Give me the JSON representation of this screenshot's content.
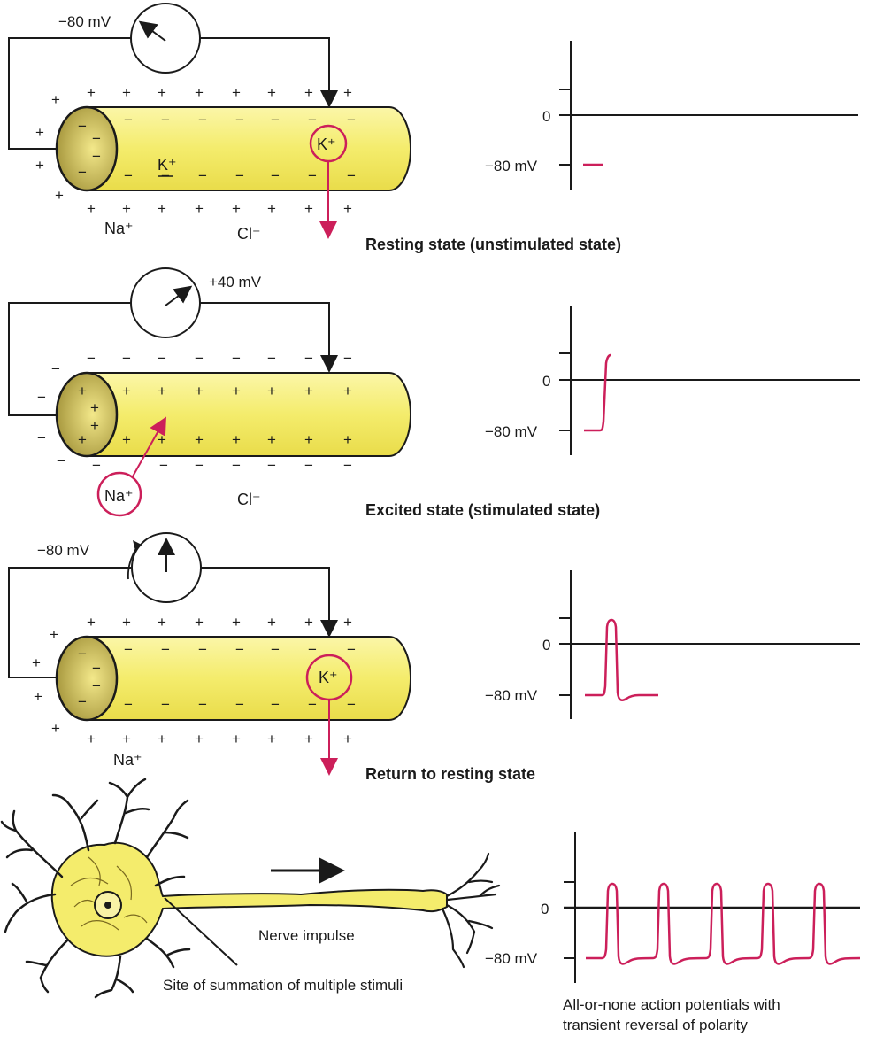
{
  "colors": {
    "axon_fill": "#f4ec6c",
    "axon_stroke": "#1a1a1a",
    "trace": "#cc1f5a",
    "line": "#1a1a1a"
  },
  "panels": [
    {
      "caption": "Resting state (unstimulated state)",
      "meter_label": "−80 mV",
      "ions_outside": [
        "Na⁺",
        "Cl⁻"
      ],
      "ion_inside": "K⁺",
      "ion_circled": "K⁺",
      "axis_zero": "0",
      "axis_neg": "−80 mV"
    },
    {
      "caption": "Excited state (stimulated state)",
      "meter_label": "+40 mV",
      "ions_outside": [
        "Na⁺",
        "Cl⁻"
      ],
      "ion_circled": "Na⁺",
      "axis_zero": "0",
      "axis_neg": "−80 mV"
    },
    {
      "caption": "Return to resting state",
      "meter_label": "−80 mV",
      "ions_outside": [
        "Na⁺"
      ],
      "ion_circled": "K⁺",
      "axis_zero": "0",
      "axis_neg": "−80 mV"
    }
  ],
  "neuron": {
    "impulse_label": "Nerve impulse",
    "summation_label": "Site of summation of multiple stimuli",
    "axis_zero": "0",
    "axis_neg": "−80 mV",
    "caption_line1": "All-or-none action potentials with",
    "caption_line2": "transient reversal of polarity"
  },
  "icons": [
    "voltmeter-icon",
    "arrow-right-icon",
    "neuron-icon"
  ]
}
